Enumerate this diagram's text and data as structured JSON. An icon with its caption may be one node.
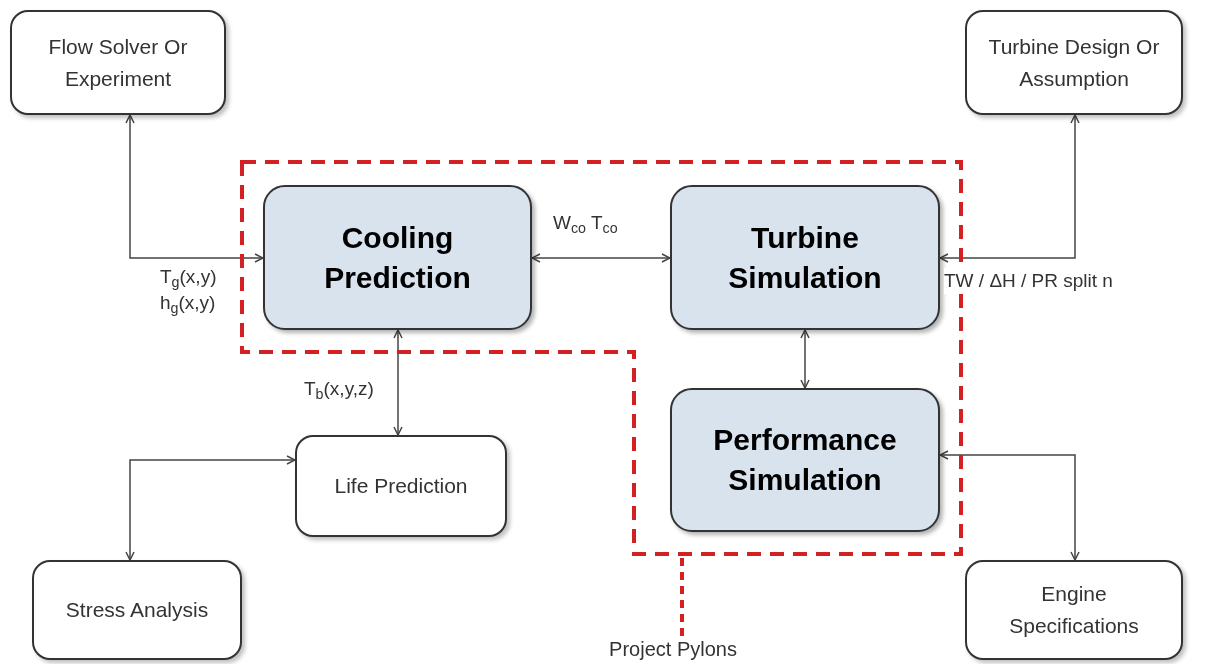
{
  "diagram": {
    "nodes": [
      {
        "text": [
          "Flow Solver Or Experiment"
        ]
      },
      {
        "text": [
          "Turbine Design Or Assumption"
        ]
      },
      {
        "text": [],
        "shape": "box"
      },
      {
        "text": [
          "Cooling Prediction"
        ],
        "in": 2
      },
      {
        "text": [
          "Turbine Simulation"
        ],
        "in": 2
      },
      {
        "text": [
          "Performance Simulation"
        ],
        "in": 2
      },
      {
        "text": [
          "Life Prediction"
        ]
      },
      {
        "text": [
          "Stress Analysis"
        ]
      },
      {
        "text": [
          "Engine Specifications"
        ]
      },
      {
        "text": [
          "Project Pylons"
        ]
      }
    ],
    "edges": [
      {
        "from": 0,
        "to": 3,
        "arrow": "both",
        "label": "T$_{g}$(x,y) h$_{g}$(x,y)"
      },
      {
        "from": 3,
        "to": 4,
        "arrow": "both",
        "label": "W$_{co}$ T$_{co}$"
      },
      {
        "from": 1,
        "to": 4,
        "arrow": "both",
        "label": "TW / ΔH / PR split n"
      },
      {
        "from": 4,
        "to": 5,
        "arrow": "both"
      },
      {
        "from": 3,
        "to": 6,
        "arrow": "both",
        "label": "T$_{b}$(x,y,z)"
      },
      {
        "from": 6,
        "to": 7,
        "arrow": "both"
      },
      {
        "from": 8,
        "to": 5,
        "arrow": "both"
      },
      {
        "from": 9,
        "to": 2,
        "arrow": "none",
        "style": "dashed",
        "color": "#d42020"
      }
    ]
  }
}
